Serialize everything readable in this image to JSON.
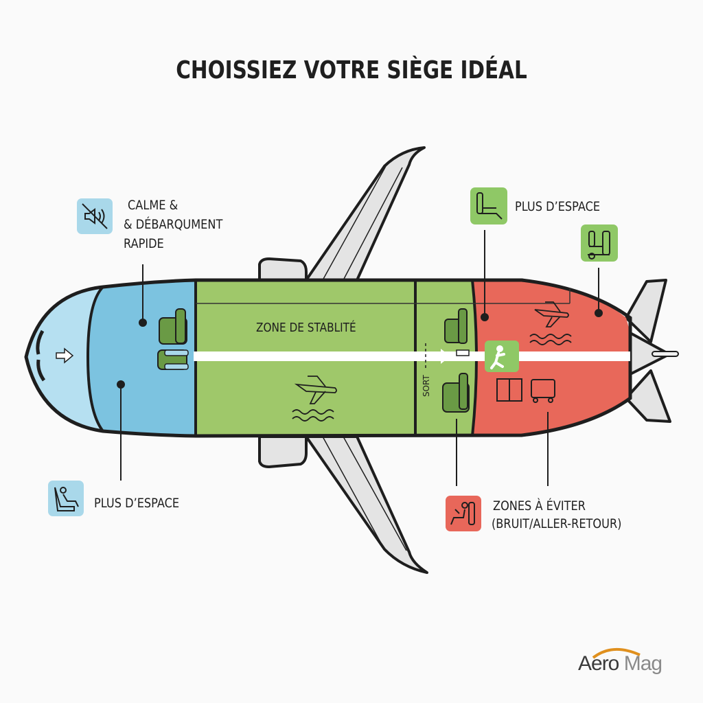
{
  "title": "CHOISSIEZ VOTRE SIÈGE IDÉAL",
  "callouts": {
    "front_top": {
      "lines": [
        "CALME &",
        "& DÉBARQUMENT",
        "RAPIDE"
      ],
      "icon": "mute-speaker-icon",
      "color": "#a9d8ea"
    },
    "front_bottom": {
      "label": "PLUS D’ESPACE",
      "icon": "reclined-passenger-icon",
      "color": "#a9d8ea"
    },
    "rear_top": {
      "label": "PLUS D’ESPACE",
      "icon": "seat-legroom-icon",
      "color": "#8fc866",
      "icon2": "exit-row-seat-icon"
    },
    "rear_bottom": {
      "lines": [
        "ZONES À ÉVITER",
        "(BRUIT/ALLER-RETOUR)"
      ],
      "icon": "seated-passenger-icon",
      "color": "#e8675a"
    }
  },
  "zones": {
    "front": {
      "color": "#7cc3e0",
      "nose_color": "#b6e0f1"
    },
    "middle": {
      "label": "ZONE DE STABLITÉ",
      "color": "#9fc86a"
    },
    "exit": {
      "label": "SORT",
      "color": "#9fc86a"
    },
    "rear": {
      "color": "#e8685a"
    }
  },
  "colors": {
    "wing": "#e4e4e4",
    "outline": "#1e1e1e",
    "aisle": "#ffffff"
  },
  "logo": {
    "part1": "Aero",
    "part2": "Mag",
    "arc_color": "#e0901e"
  }
}
